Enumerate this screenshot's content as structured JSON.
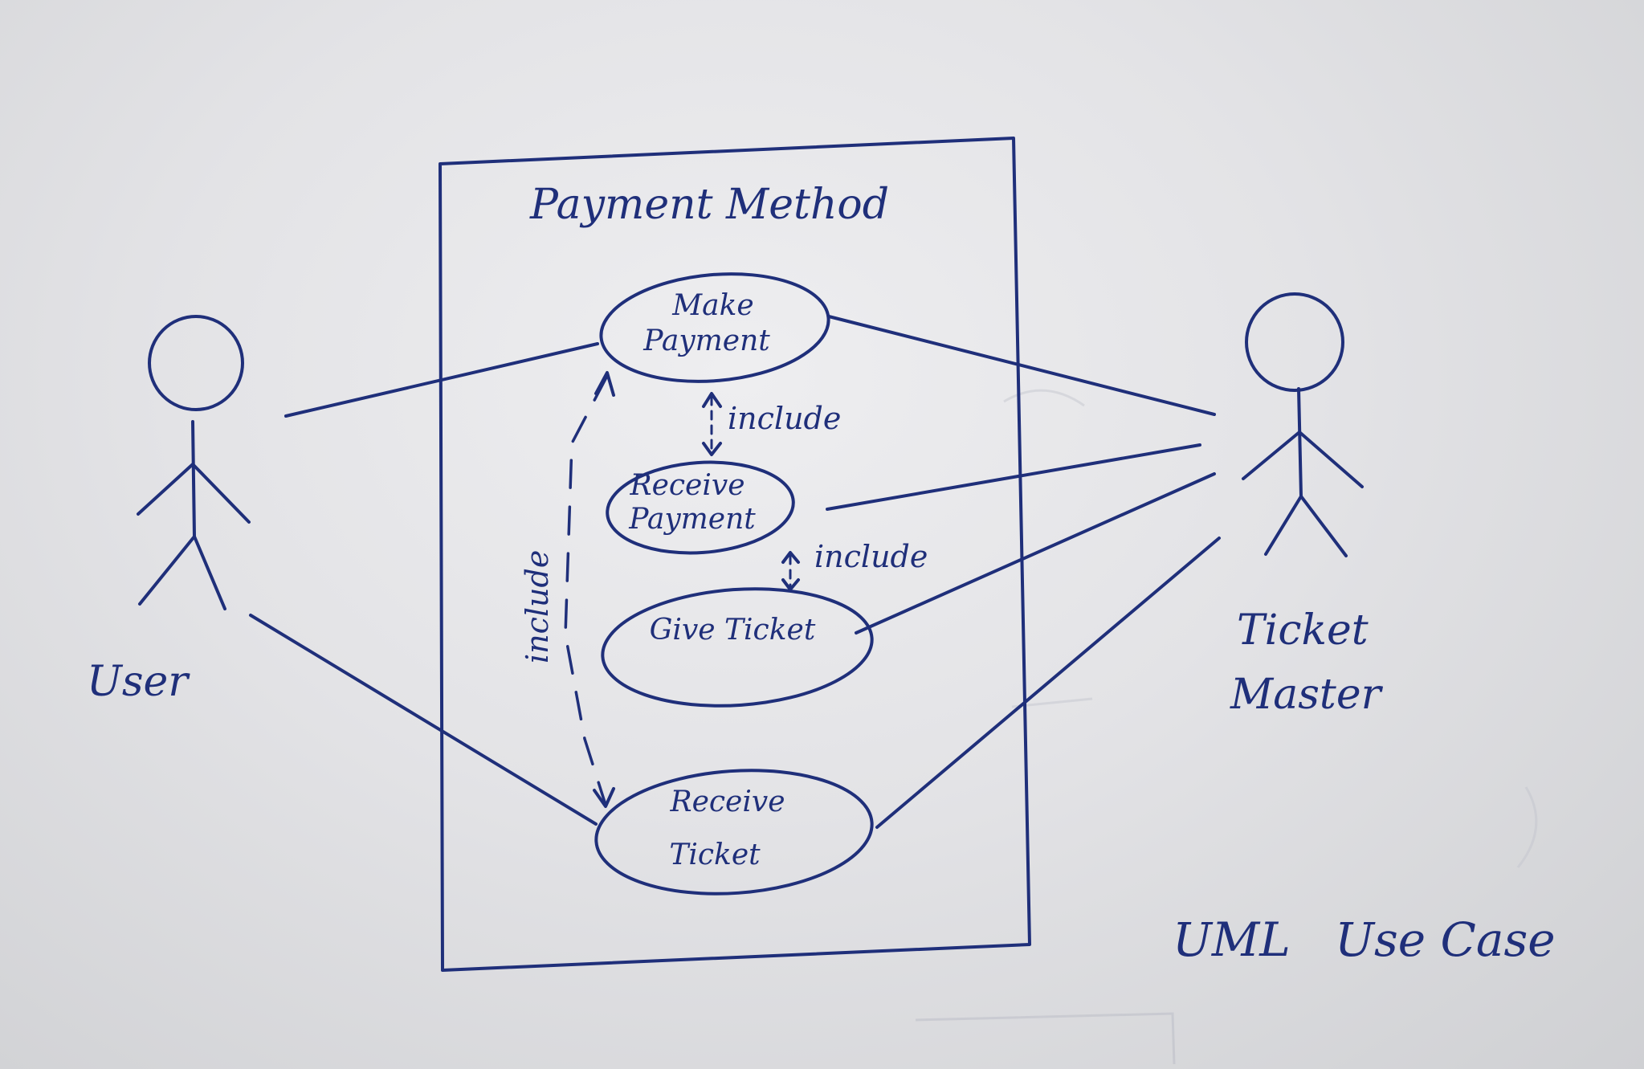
{
  "system": {
    "title": "Payment Method"
  },
  "actors": {
    "user": {
      "label": "User"
    },
    "ticket_master": {
      "label_line1": "Ticket",
      "label_line2": "Master"
    }
  },
  "use_cases": {
    "make_payment": {
      "line1": "Make",
      "line2": "Payment"
    },
    "receive_payment": {
      "line1": "Receive",
      "line2": "Payment"
    },
    "give_ticket": {
      "line1": "Give Ticket"
    },
    "receive_ticket": {
      "line1": "Receive",
      "line2": "Ticket"
    }
  },
  "relationships": {
    "include_make_receive": "include",
    "include_receive_give": "include",
    "include_make_ticket": "include"
  },
  "caption": {
    "text": "UML   Use Case"
  },
  "colors": {
    "ink": "#1f2f7a",
    "paper": "#e6e6e9"
  }
}
